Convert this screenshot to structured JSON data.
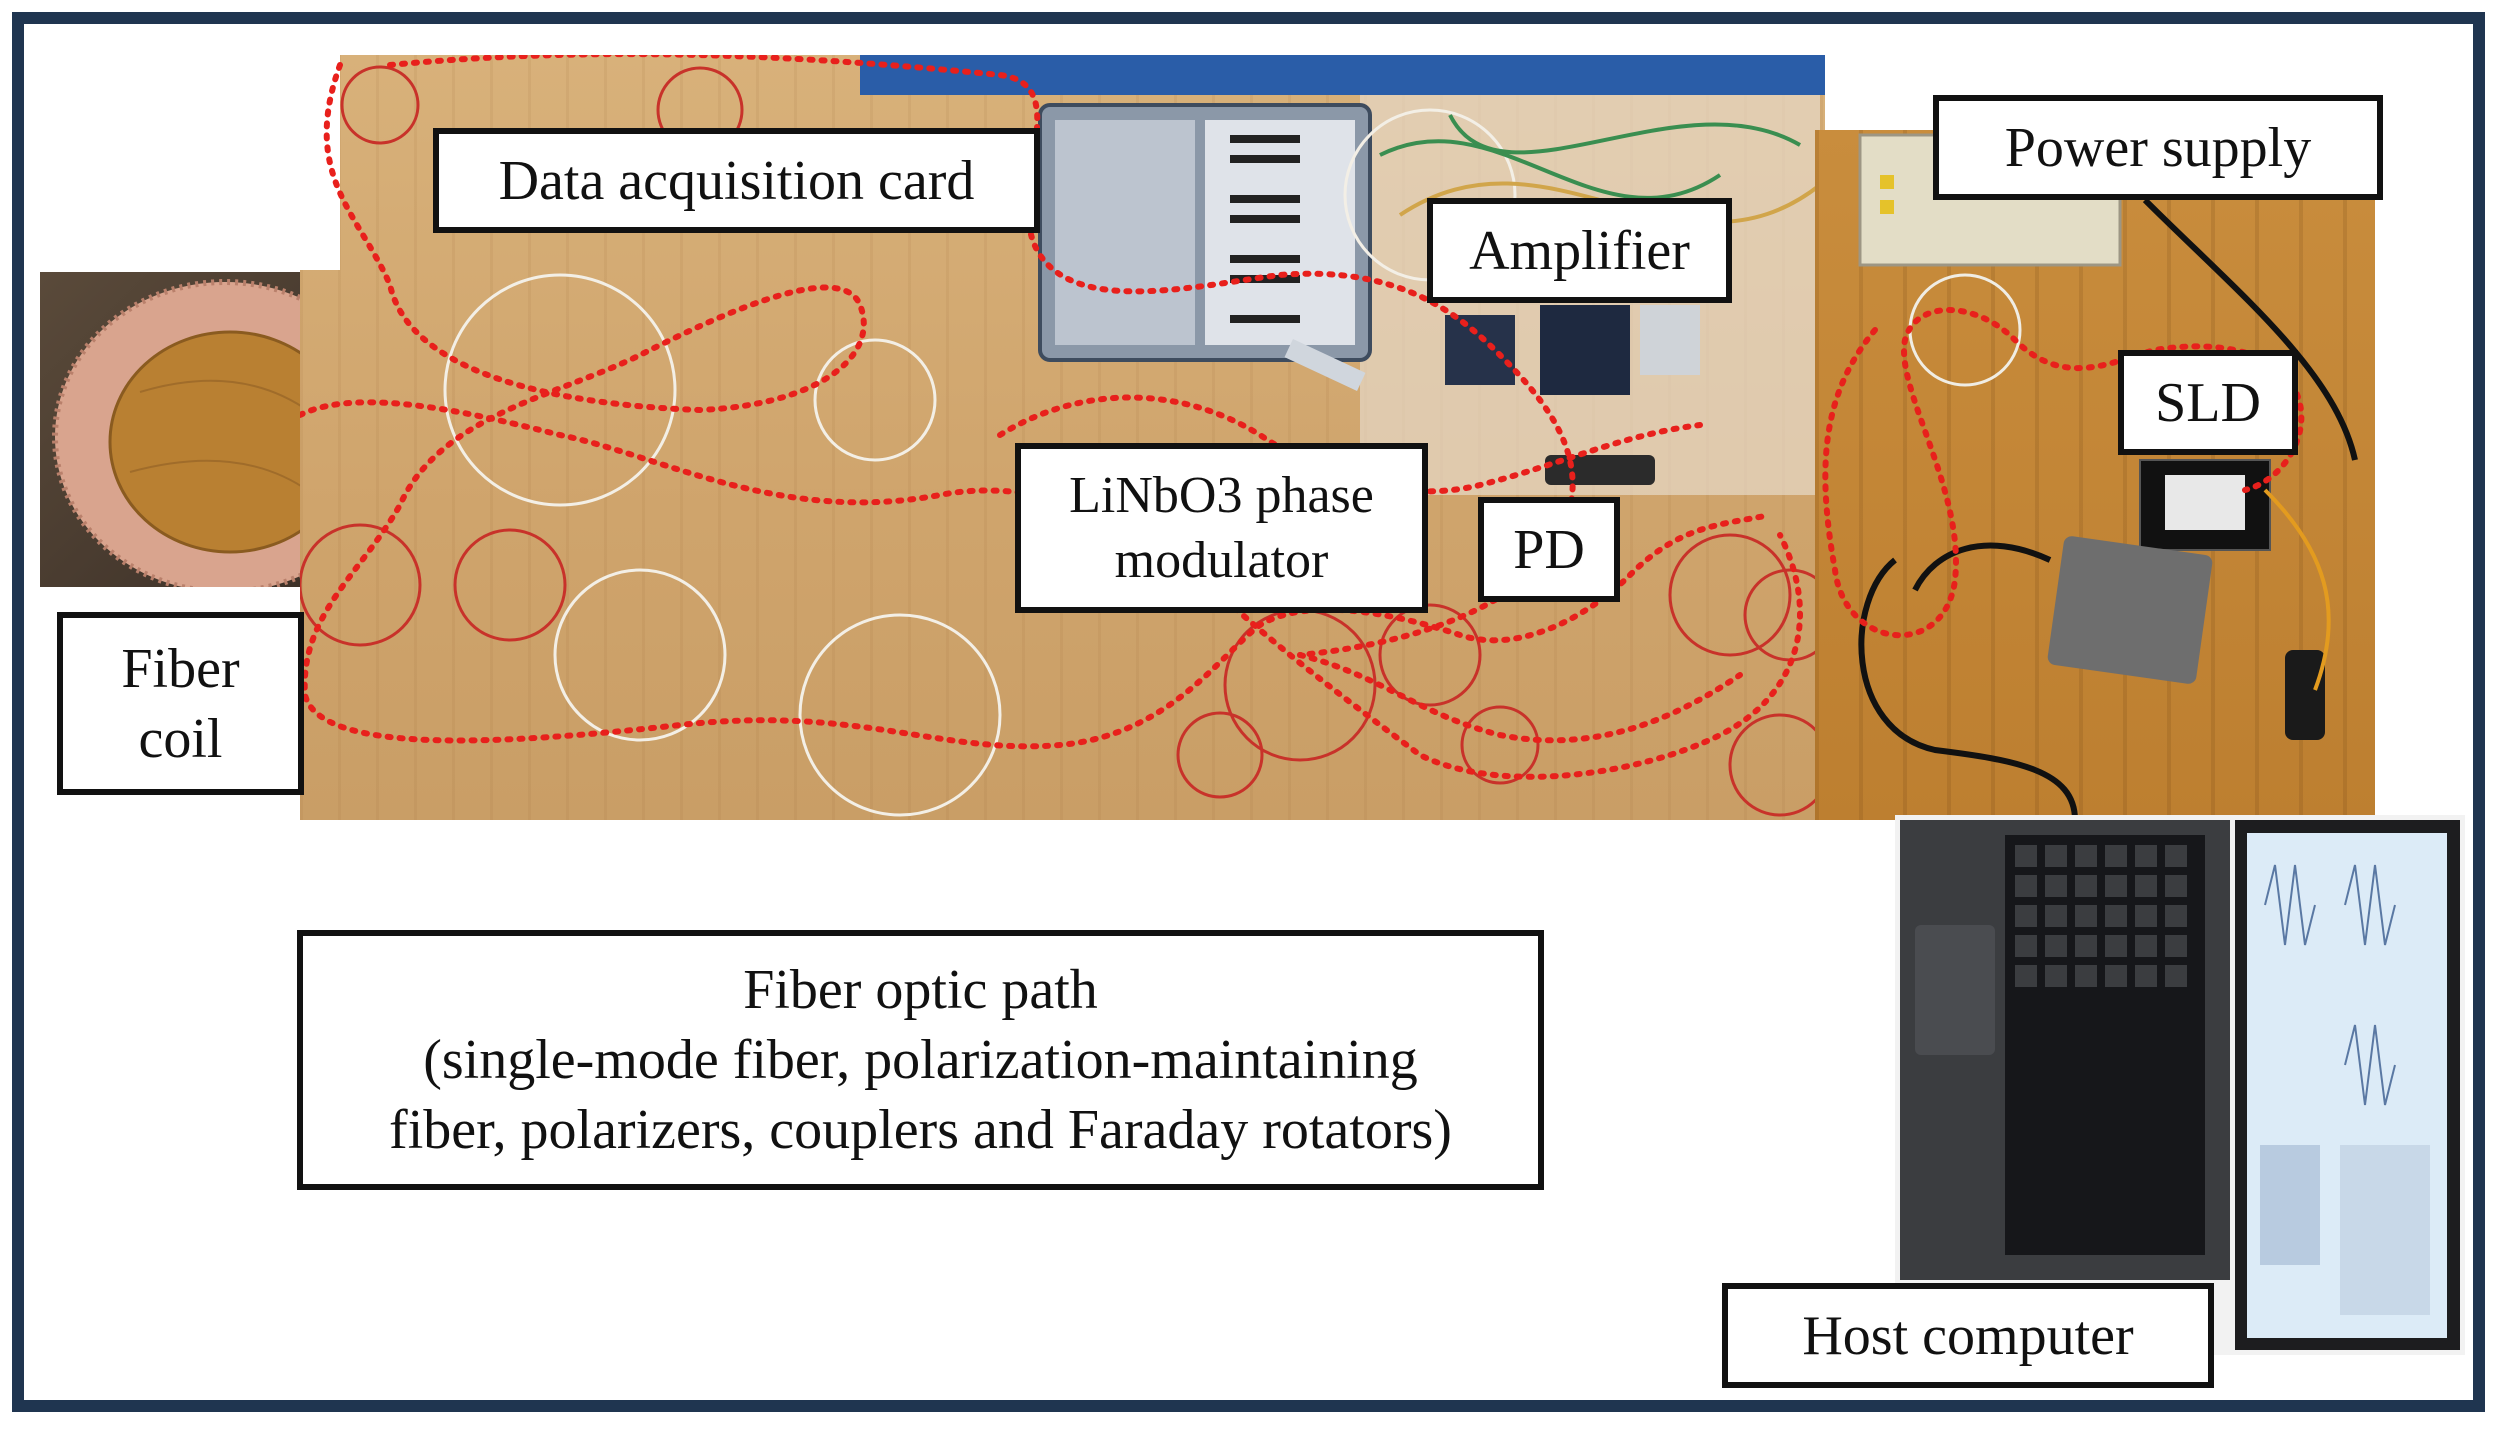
{
  "figure": {
    "labels": {
      "daq": "Data acquisition card",
      "power_supply": "Power supply",
      "amplifier": "Amplifier",
      "sld": "SLD",
      "modulator_line1": "LiNbO3 phase",
      "modulator_line2": "modulator",
      "pd": "PD",
      "fiber_coil_line1": "Fiber",
      "fiber_coil_line2": "coil",
      "fiber_path_line1": "Fiber optic path",
      "fiber_path_line2": "(single-mode fiber, polarization-maintaining",
      "fiber_path_line3": "fiber, polarizers, couplers and Faraday rotators)",
      "host_computer": "Host computer"
    },
    "colors": {
      "frame": "#1f3550",
      "fiber_path_trace": "#e8201c",
      "label_border": "#111111"
    }
  }
}
